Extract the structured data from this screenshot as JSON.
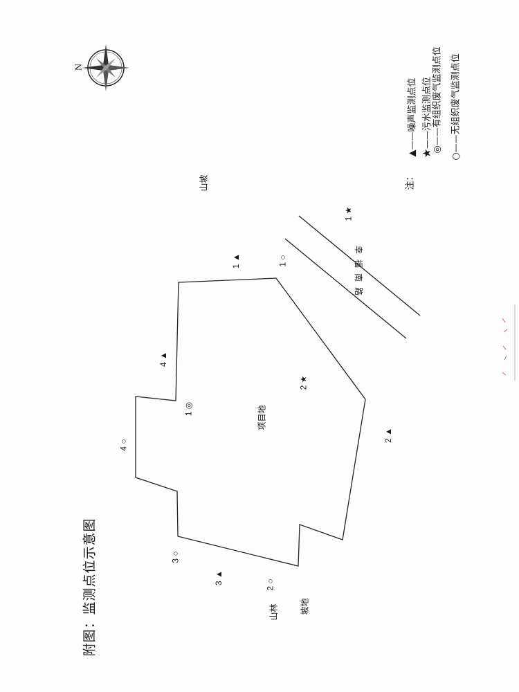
{
  "title": "附图：监测点位示意图",
  "compass": {
    "north_label": "N"
  },
  "legend": {
    "heading": "注：",
    "items": [
      {
        "symbol": "▲",
        "symbol_name": "triangle",
        "text": "——噪声监测点位"
      },
      {
        "symbol": "★",
        "symbol_name": "star",
        "text": "——污水监测点位"
      },
      {
        "symbol": "◎",
        "symbol_name": "double-circle",
        "text": "——有组织废气监测点位"
      },
      {
        "symbol": "○",
        "symbol_name": "circle",
        "text": "——无组织废气监测点位"
      }
    ]
  },
  "areas": {
    "project_site": "项目地",
    "hillside_top": "山坡",
    "forest": "山林",
    "slope_land": "坡地",
    "road": "幸福南路"
  },
  "markers": {
    "noise": [
      {
        "id": "1",
        "symbol": "▲"
      },
      {
        "id": "2",
        "symbol": "▲"
      },
      {
        "id": "3",
        "symbol": "▲"
      },
      {
        "id": "4",
        "symbol": "▲"
      }
    ],
    "wastewater": [
      {
        "id": "1",
        "symbol": "★"
      },
      {
        "id": "2",
        "symbol": "★"
      }
    ],
    "organized_gas": [
      {
        "id": "1",
        "symbol": "◎"
      }
    ],
    "unorganized_gas": [
      {
        "id": "1",
        "symbol": "○"
      },
      {
        "id": "2",
        "symbol": "○"
      },
      {
        "id": "3",
        "symbol": "○"
      },
      {
        "id": "4",
        "symbol": "○"
      }
    ]
  }
}
